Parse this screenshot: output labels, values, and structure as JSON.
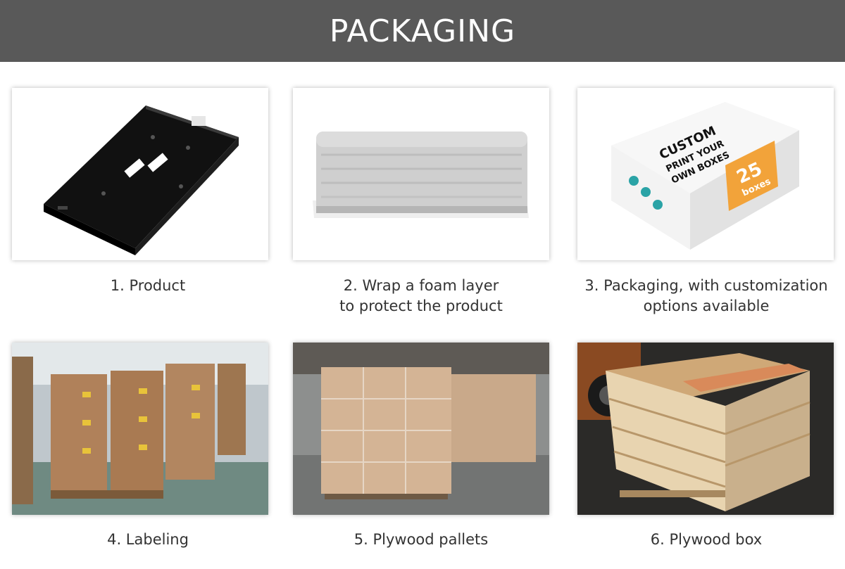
{
  "header": {
    "title": "PACKAGING"
  },
  "steps": [
    {
      "lines": [
        "1. Product"
      ]
    },
    {
      "lines": [
        "2. Wrap a foam layer",
        "to protect the product"
      ]
    },
    {
      "lines": [
        "3. Packaging, with customization",
        "options available"
      ]
    },
    {
      "lines": [
        "4. Labeling"
      ]
    },
    {
      "lines": [
        "5. Plywood pallets"
      ]
    },
    {
      "lines": [
        "6. Plywood box"
      ]
    }
  ],
  "box_print": {
    "line1": "CUSTOM",
    "line2": "PRINT YOUR",
    "line3": "OWN BOXES",
    "count": "25",
    "unit": "boxes"
  },
  "colors": {
    "banner": "#595959",
    "box_accent": "#f2a33a",
    "social_icons": "#2aa3a6"
  }
}
